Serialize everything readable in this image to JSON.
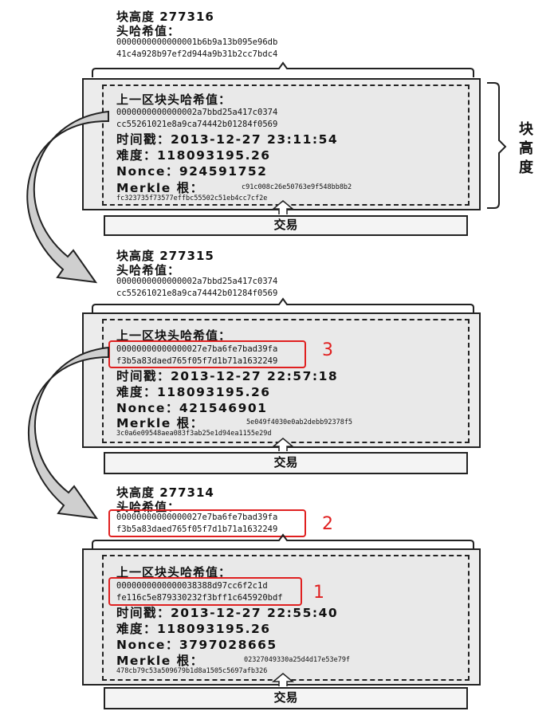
{
  "blocks": [
    {
      "height_label": "块高度 277316",
      "hash_label": "头哈希值：",
      "hash_line1": "0000000000000001b6b9a13b095e96db",
      "hash_line2": "41c4a928b97ef2d944a9b31b2cc7bdc4",
      "prev_label": "上一区块头哈希值：",
      "prev_line1": "0000000000000002a7bbd25a417c0374",
      "prev_line2": "cc55261021e8a9ca74442b01284f0569",
      "timestamp": "时间戳：2013-12-27 23:11:54",
      "difficulty": "难度：118093195.26",
      "nonce": "Nonce：924591752",
      "merkle_label": "Merkle 根：",
      "merkle_line1": "c91c008c26e50763e9f548bb8b2",
      "merkle_line2": "fc323735f73577effbc55502c51eb4cc7cf2e",
      "tx": "交易"
    },
    {
      "height_label": "块高度 277315",
      "hash_label": "头哈希值：",
      "hash_line1": "0000000000000002a7bbd25a417c0374",
      "hash_line2": "cc55261021e8a9ca74442b01284f0569",
      "prev_label": "上一区块头哈希值：",
      "prev_line1": "00000000000000027e7ba6fe7bad39fa",
      "prev_line2": "f3b5a83daed765f05f7d1b71a1632249",
      "timestamp": "时间戳：2013-12-27 22:57:18",
      "difficulty": "难度：118093195.26",
      "nonce": "Nonce：421546901",
      "merkle_label": "Merkle 根：",
      "merkle_line1": "5e049f4030e0ab2debb92378f5",
      "merkle_line2": "3c0a6e09548aea083f3ab25e1d94ea1155e29d",
      "tx": "交易"
    },
    {
      "height_label": "块高度 277314",
      "hash_label": "头哈希值：",
      "hash_line1": "00000000000000027e7ba6fe7bad39fa",
      "hash_line2": "f3b5a83daed765f05f7d1b71a1632249",
      "prev_label": "上一区块头哈希值：",
      "prev_line1": "0000000000000038388d97cc6f2c1d",
      "prev_line2": "fe116c5e879330232f3bff1c645920bdf",
      "timestamp": "时间戳：2013-12-27 22:55:40",
      "difficulty": "难度：118093195.26",
      "nonce": "Nonce：3797028665",
      "merkle_label": "Merkle 根：",
      "merkle_line1": "02327049330a25d4d17e53e79f",
      "merkle_line2": "478cb79c53a509679b1d8a1505c5697afb326",
      "tx": "交易"
    }
  ],
  "side_label": "块\n高\n度",
  "markers": [
    "3",
    "2",
    "1"
  ],
  "colors": {
    "highlight": "#e02020"
  }
}
